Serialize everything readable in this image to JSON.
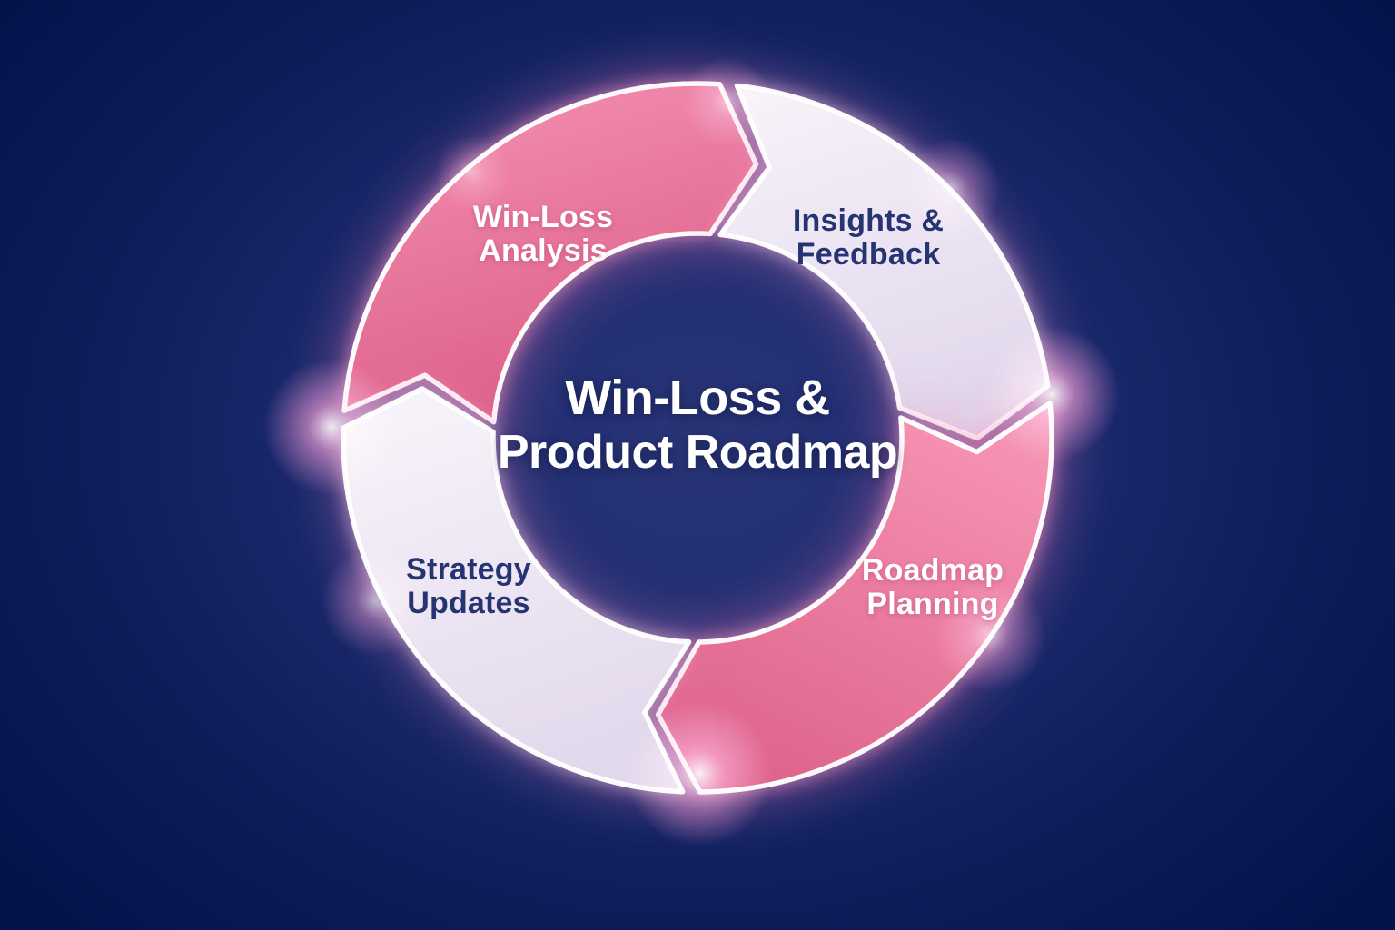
{
  "diagram": {
    "type": "cycle",
    "direction": "clockwise",
    "center_title_line1": "Win-Loss &",
    "center_title_line2": "Product Roadmap",
    "segments": [
      {
        "id": "win-loss-analysis",
        "label_line1": "Win-Loss",
        "label_line2": "Analysis",
        "style": "pink"
      },
      {
        "id": "insights-feedback",
        "label_line1": "Insights &",
        "label_line2": "Feedback",
        "style": "light"
      },
      {
        "id": "roadmap-planning",
        "label_line1": "Roadmap",
        "label_line2": "Planning",
        "style": "pink"
      },
      {
        "id": "strategy-updates",
        "label_line1": "Strategy",
        "label_line2": "Updates",
        "style": "light"
      }
    ],
    "colors": {
      "background_outer": "#04134a",
      "background_inner": "#2a3578",
      "pink_light": "#f592b2",
      "pink_dark": "#dd6089",
      "light_top": "#f8f3fa",
      "light_bottom": "#e2d8ec",
      "segment_border": "#ffffff",
      "label_on_pink": "#ffffff",
      "label_on_light": "#263572",
      "center_text": "#ffffff",
      "glow": "#ff8fc0"
    }
  }
}
